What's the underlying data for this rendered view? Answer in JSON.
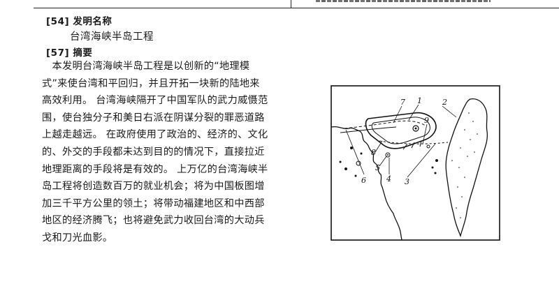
{
  "header": {
    "title_label_code": "[54]",
    "title_label_text": "发明名称",
    "abstract_label_code": "[57]",
    "abstract_label_text": "摘要"
  },
  "invention": {
    "title": "台湾海峡半岛工程"
  },
  "abstract": {
    "lines": [
      "　本发明台湾海峡半岛工程是以创新的“地理模",
      "式”来使台湾和平回归，并且开拓一块新的陆地来",
      "高效利用。 台湾海峡隔开了中国军队的武力威慑范",
      "围，使台独分子和美日右派在阴谋分裂的罪恶道路",
      "上越走越远。 在政府使用了政治的、经济的、文化",
      "的、外交的手段都未达到目的的情况下，直接拉近",
      "地理距离的手段将是有效的。 上万亿的台湾海峡半",
      "岛工程将创造数百万的就业机会；将为中国板图增",
      "加三千平方公里的领土；将带动福建地区和中西部",
      "地区的经济腾飞；也将避免武力收回台湾的大动兵",
      "戈和刀光血影。"
    ]
  },
  "figure": {
    "labels": [
      "7",
      "1",
      "2",
      "9",
      "8",
      "4",
      "5",
      "6",
      "3"
    ]
  }
}
